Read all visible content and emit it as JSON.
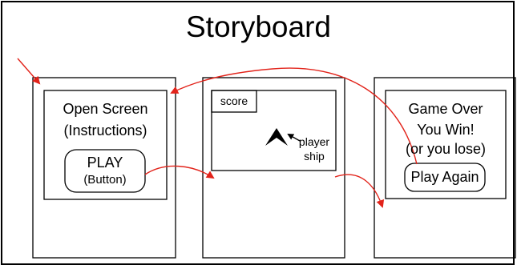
{
  "title": "Storyboard",
  "panels": {
    "open": {
      "heading": "Open Screen",
      "subheading": "(Instructions)",
      "button_label": "PLAY",
      "button_caption": "(Button)"
    },
    "game": {
      "score_label": "score",
      "player_label_line1": "player",
      "player_label_line2": "ship"
    },
    "over": {
      "line1": "Game Over",
      "line2": "You Win!",
      "line3": "(or you lose)",
      "button_label": "Play Again"
    }
  },
  "colors": {
    "arrow": "#e2231a",
    "outline": "#000000"
  }
}
